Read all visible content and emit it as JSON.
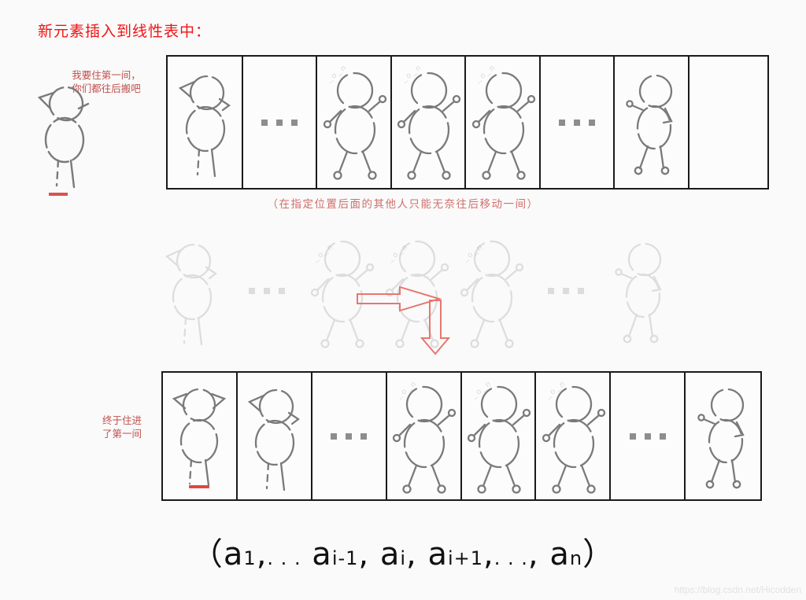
{
  "title": "新元素插入到线性表中：",
  "speech": "我要住第一间，\n你们都往后搬吧",
  "caption_row1": "（在指定位置后面的其他人只能无奈往后移动一间）",
  "label_row3": "终于住进\n了第一间",
  "formula": {
    "full": "（a1,...ai-1, ai, ai+1,..., an）",
    "open_paren": "（",
    "close_paren": "）",
    "terms": [
      {
        "base": "a",
        "sub": "1"
      },
      {
        "base": "a",
        "sub": "i-1"
      },
      {
        "base": "a",
        "sub": "i"
      },
      {
        "base": "a",
        "sub": "i+1"
      },
      {
        "base": "a",
        "sub": "n"
      }
    ],
    "ellipsis": ". . ."
  },
  "watermark": "https://blog.csdn.net/Hicodden",
  "cell_watermark": "_o_n",
  "dots_symbol": "• • •",
  "colors": {
    "title_red": "#f01414",
    "caption_red": "#cf6f6c",
    "speech_red": "#c0504d",
    "arrow_red": "#e8766e",
    "marker_red": "#e3473f",
    "figure_gray": "#7a7a7a",
    "border_black": "#1a1a1a",
    "background": "#fafafa",
    "dot_gray": "#8d8d8d"
  },
  "rows": {
    "row1": {
      "name": "original-lineup-row",
      "cells": [
        {
          "type": "figure",
          "pose": "hand-up",
          "mark": false
        },
        {
          "type": "dots"
        },
        {
          "type": "figure",
          "pose": "arms-out",
          "mark": true
        },
        {
          "type": "figure",
          "pose": "arms-out",
          "mark": true
        },
        {
          "type": "figure",
          "pose": "arms-out",
          "mark": true
        },
        {
          "type": "dots"
        },
        {
          "type": "figure",
          "pose": "side",
          "mark": false
        },
        {
          "type": "empty"
        }
      ]
    },
    "row2": {
      "name": "shift-illustration-row",
      "cells": [
        {
          "type": "figure",
          "pose": "hand-up"
        },
        {
          "type": "dots"
        },
        {
          "type": "figure",
          "pose": "arms-out"
        },
        {
          "type": "figure",
          "pose": "arms-out"
        },
        {
          "type": "figure",
          "pose": "arms-out"
        },
        {
          "type": "dots"
        },
        {
          "type": "figure",
          "pose": "side"
        }
      ],
      "arrows": [
        {
          "name": "shift-right-arrow",
          "direction": "right"
        },
        {
          "name": "shift-down-arrow",
          "direction": "down"
        }
      ]
    },
    "row3": {
      "name": "result-lineup-row",
      "cells": [
        {
          "type": "figure",
          "pose": "hands-head",
          "mark": false,
          "marker": true
        },
        {
          "type": "figure",
          "pose": "hand-up",
          "mark": false
        },
        {
          "type": "dots"
        },
        {
          "type": "figure",
          "pose": "arms-out",
          "mark": true
        },
        {
          "type": "figure",
          "pose": "arms-out",
          "mark": true
        },
        {
          "type": "figure",
          "pose": "arms-out",
          "mark": true
        },
        {
          "type": "dots"
        },
        {
          "type": "figure",
          "pose": "side",
          "mark": false
        }
      ]
    }
  }
}
